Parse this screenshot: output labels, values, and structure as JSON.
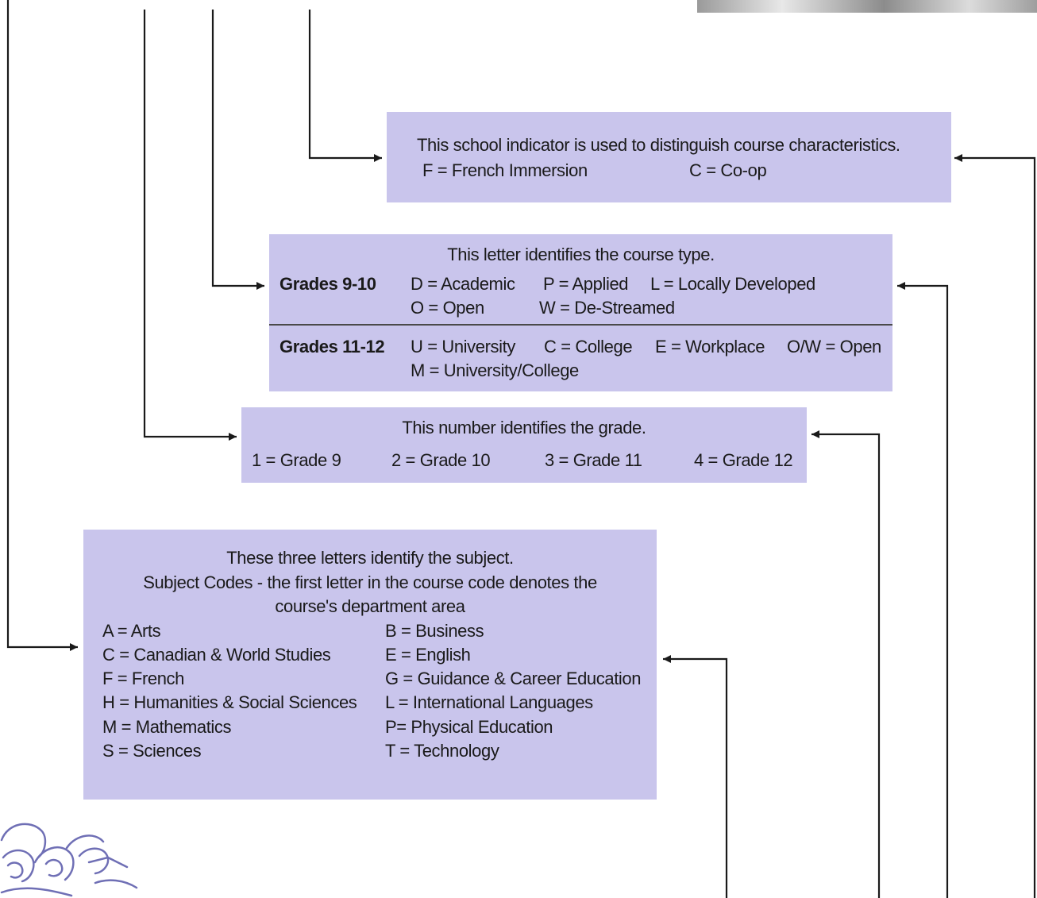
{
  "indicator": {
    "title": "This school indicator is used to distinguish course characteristics.",
    "items": [
      "F = French Immersion",
      "C = Co-op"
    ]
  },
  "course_type": {
    "title": "This letter identifies the course type.",
    "grades_9_10": {
      "label": "Grades 9-10",
      "line1": [
        "D = Academic",
        "P = Applied",
        "L = Locally Developed"
      ],
      "line2": [
        "O = Open",
        "W = De-Streamed"
      ]
    },
    "grades_11_12": {
      "label": "Grades 11-12",
      "line1": [
        "U = University",
        "C = College",
        "E = Workplace",
        "O/W = Open"
      ],
      "line2": [
        "M = University/College"
      ]
    }
  },
  "grade": {
    "title": "This number identifies the grade.",
    "items": [
      "1 = Grade 9",
      "2 = Grade 10",
      "3 = Grade 11",
      "4 = Grade 12"
    ]
  },
  "subject": {
    "title": "These three letters identify the subject.",
    "subtitle_line1": "Subject Codes -  the first letter in the course code denotes the",
    "subtitle_line2": "course's department area",
    "left_column": [
      "A = Arts",
      "C = Canadian & World Studies",
      "F = French",
      "H = Humanities & Social Sciences",
      "M = Mathematics",
      "S = Sciences"
    ],
    "right_column": [
      "B = Business",
      "E = English",
      "G = Guidance & Career Education",
      "L = International Languages",
      "P=  Physical Education",
      "T = Technology"
    ]
  },
  "colors": {
    "box_fill": "#c9c5ec",
    "line": "#1a1a1a",
    "logo_stroke": "#6f6fb5"
  }
}
